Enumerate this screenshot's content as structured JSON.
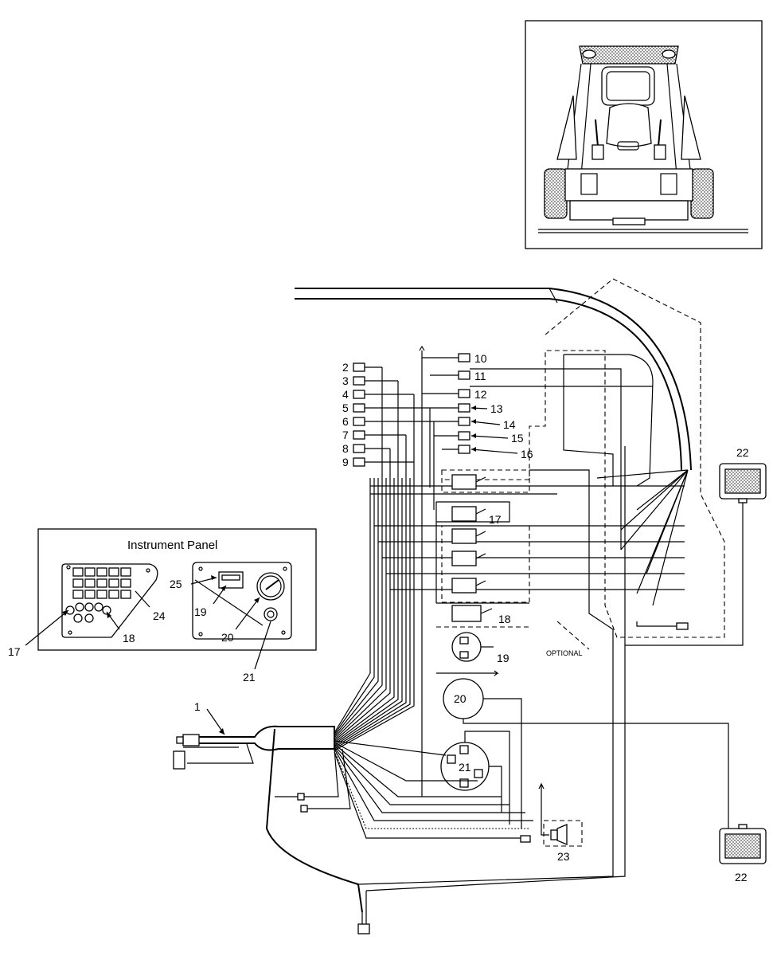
{
  "instrument_panel": {
    "title": "Instrument Panel",
    "callouts": {
      "c17": "17",
      "c18": "18",
      "c19": "19",
      "c20": "20",
      "c21": "21",
      "c24": "24",
      "c25": "25"
    }
  },
  "connectors": [
    "2",
    "3",
    "4",
    "5",
    "6",
    "7",
    "8",
    "9",
    "10",
    "11",
    "12",
    "13",
    "14",
    "15",
    "16"
  ],
  "components": {
    "harness": "1",
    "switch_17": "17",
    "switch_18": "18",
    "gauge_19": "19",
    "gauge_20": "20",
    "key_switch_21": "21",
    "light_22_top": "22",
    "light_22_bottom": "22",
    "horn_23": "23"
  },
  "optional_label": "OPTIONAL"
}
